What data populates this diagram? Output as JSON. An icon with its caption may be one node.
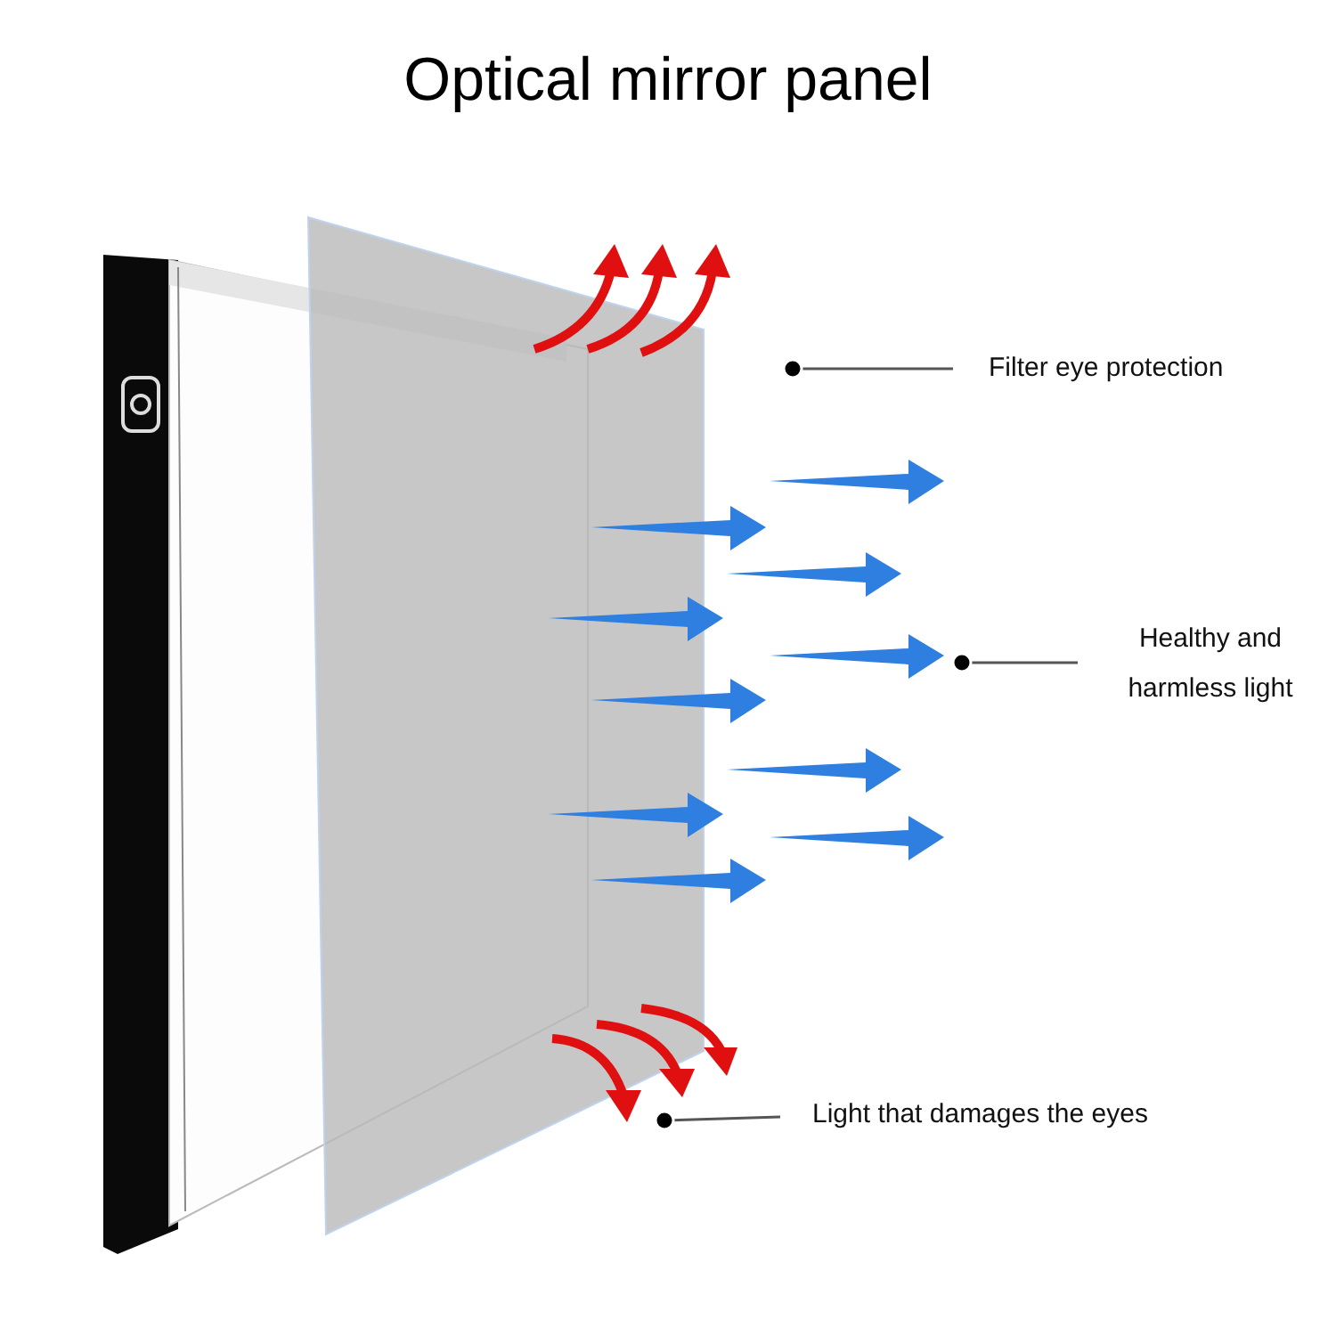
{
  "diagram": {
    "title": "Optical mirror panel",
    "nodes": [
      {
        "text": [
          "Filter eye protection"
        ]
      },
      {
        "text": [
          "Healthy and harmless light"
        ]
      },
      {
        "text": [
          "Light that damages the eyes"
        ]
      }
    ],
    "edges": [
      {
        "from": 0,
        "to": null,
        "arrow": "other"
      },
      {
        "from": 1,
        "to": null,
        "arrow": "other"
      },
      {
        "from": 2,
        "to": null,
        "arrow": "other"
      }
    ]
  }
}
